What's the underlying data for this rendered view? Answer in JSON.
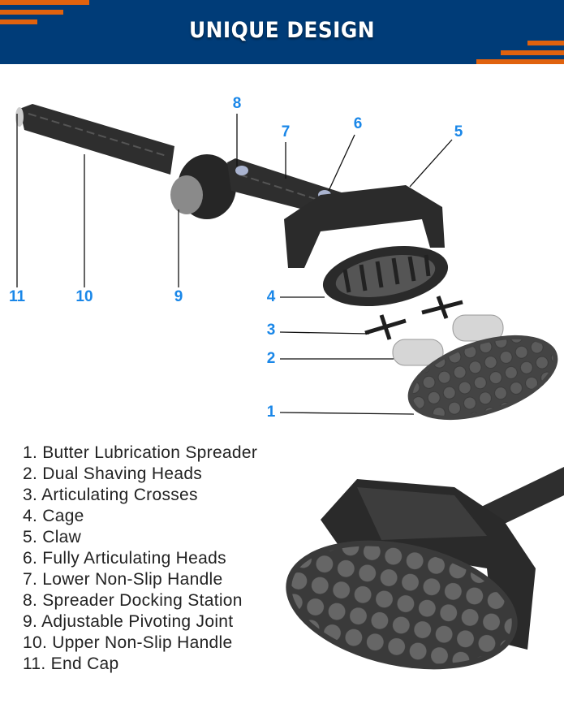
{
  "header": {
    "title": "UNIQUE DESIGN",
    "background_color": "#003c78",
    "accent_color": "#e0620e"
  },
  "callouts": {
    "label_color": "#1a87e8",
    "numbers": [
      "1",
      "2",
      "3",
      "4",
      "5",
      "6",
      "7",
      "8",
      "9",
      "10",
      "11"
    ]
  },
  "parts_list": [
    "1. Butter Lubrication Spreader",
    "2. Dual Shaving Heads",
    "3. Articulating Crosses",
    "4. Cage",
    "5. Claw",
    "6. Fully Articulating Heads",
    "7. Lower Non-Slip Handle",
    "8. Spreader Docking Station",
    "9. Adjustable Pivoting Joint",
    "10. Upper Non-Slip Handle",
    "11. End Cap"
  ]
}
